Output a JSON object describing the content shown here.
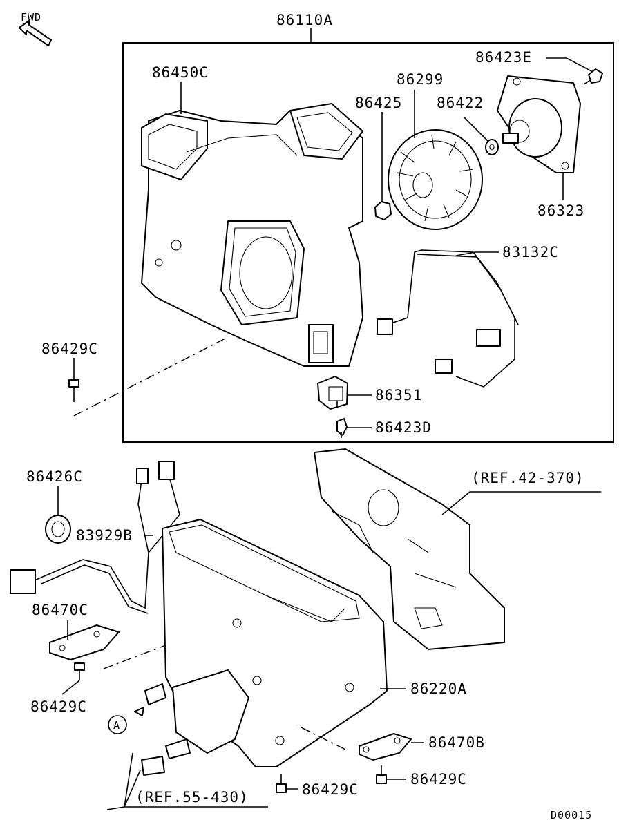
{
  "orientation": {
    "fwd": "FWD"
  },
  "assembly_label": "86110A",
  "labels": {
    "p86450C": "86450C",
    "p86425": "86425",
    "p86299": "86299",
    "p86422": "86422",
    "p86423E": "86423E",
    "p86323": "86323",
    "p83132C": "83132C",
    "p86429C_top": "86429C",
    "p86351": "86351",
    "p86423D": "86423D",
    "p86426C": "86426C",
    "p83929B": "83929B",
    "p86470C": "86470C",
    "p86429C_left": "86429C",
    "p86220A": "86220A",
    "p86470B": "86470B",
    "p86429C_br": "86429C",
    "p86429C_bc": "86429C",
    "ref42": "(REF.42-370)",
    "ref55": "(REF.55-430)",
    "callout_a": "A",
    "diagram_code": "D00015"
  }
}
